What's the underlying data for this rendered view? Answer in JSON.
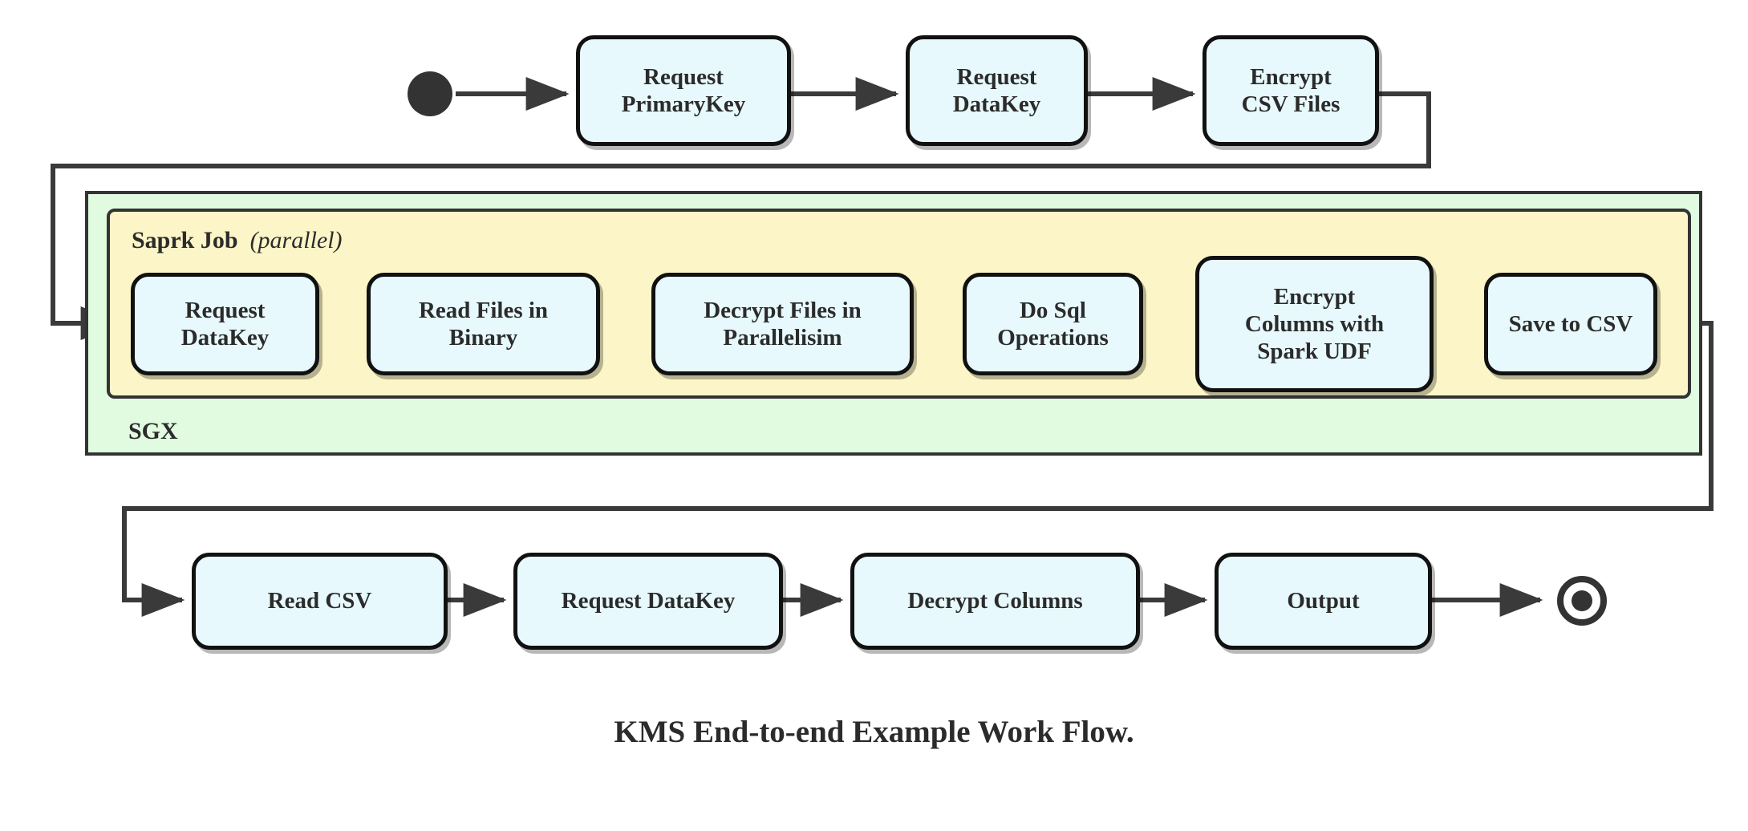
{
  "diagram": {
    "caption": "KMS End-to-end Example Work Flow.",
    "colors": {
      "node_fill": "#e7f9fd",
      "node_stroke": "#111111",
      "sgx_fill": "#e1fbe1",
      "spark_fill": "#fcf5c7",
      "container_stroke": "#333333",
      "edge_stroke": "#3a3a3a",
      "text": "#2b2b2b",
      "page_background": "#ffffff"
    },
    "markers": {
      "start": "filled-circle-start-node",
      "end": "ringed-filled-circle-end-node"
    },
    "containers": [
      {
        "id": "sgx",
        "label": "SGX",
        "label_suffix": "",
        "fill": "#e1fbe1"
      },
      {
        "id": "spark",
        "label": "Saprk Job",
        "label_suffix": "(parallel)",
        "fill": "#fcf5c7"
      }
    ],
    "rows": {
      "top": {
        "nodes": [
          {
            "id": "request-primarykey",
            "lines": [
              "Request",
              "PrimaryKey"
            ]
          },
          {
            "id": "request-datakey-top",
            "lines": [
              "Request",
              "DataKey"
            ]
          },
          {
            "id": "encrypt-csv-files",
            "lines": [
              "Encrypt",
              "CSV Files"
            ]
          }
        ]
      },
      "middle": {
        "nodes": [
          {
            "id": "request-datakey-spark",
            "lines": [
              "Request",
              "DataKey"
            ]
          },
          {
            "id": "read-files-in-binary",
            "lines": [
              "Read Files in",
              "Binary"
            ]
          },
          {
            "id": "decrypt-files-in-parallel",
            "lines": [
              "Decrypt Files in",
              "Parallelisim"
            ]
          },
          {
            "id": "do-sql-operations",
            "lines": [
              "Do Sql",
              "Operations"
            ]
          },
          {
            "id": "encrypt-columns-spark-udf",
            "lines": [
              "Encrypt",
              "Columns with",
              "Spark UDF"
            ]
          },
          {
            "id": "save-to-csv",
            "lines": [
              "Save to CSV"
            ]
          }
        ]
      },
      "bottom": {
        "nodes": [
          {
            "id": "read-csv",
            "lines": [
              "Read CSV"
            ]
          },
          {
            "id": "request-datakey-bottom",
            "lines": [
              "Request DataKey"
            ]
          },
          {
            "id": "decrypt-columns",
            "lines": [
              "Decrypt Columns"
            ]
          },
          {
            "id": "output",
            "lines": [
              "Output"
            ]
          }
        ]
      }
    }
  }
}
